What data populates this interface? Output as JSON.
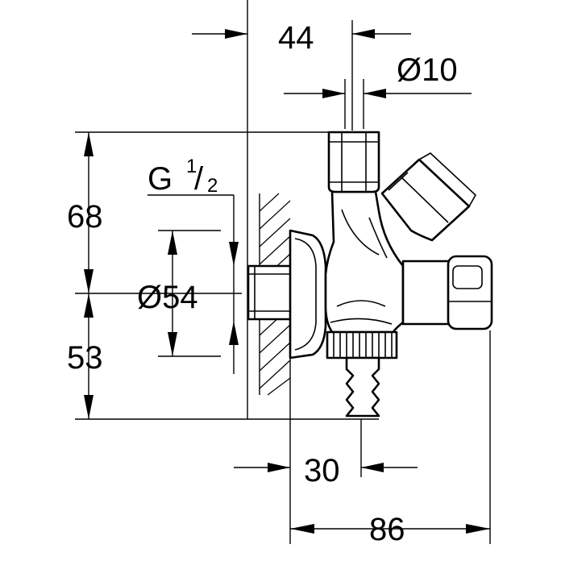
{
  "dimensions": {
    "top_width": "44",
    "top_diameter": "Ø10",
    "thread_prefix": "G",
    "thread_num": "1",
    "thread_den": "2",
    "flange_diameter": "Ø54",
    "upper_height": "68",
    "lower_height": "53",
    "hose_offset": "30",
    "overall_width": "86"
  }
}
